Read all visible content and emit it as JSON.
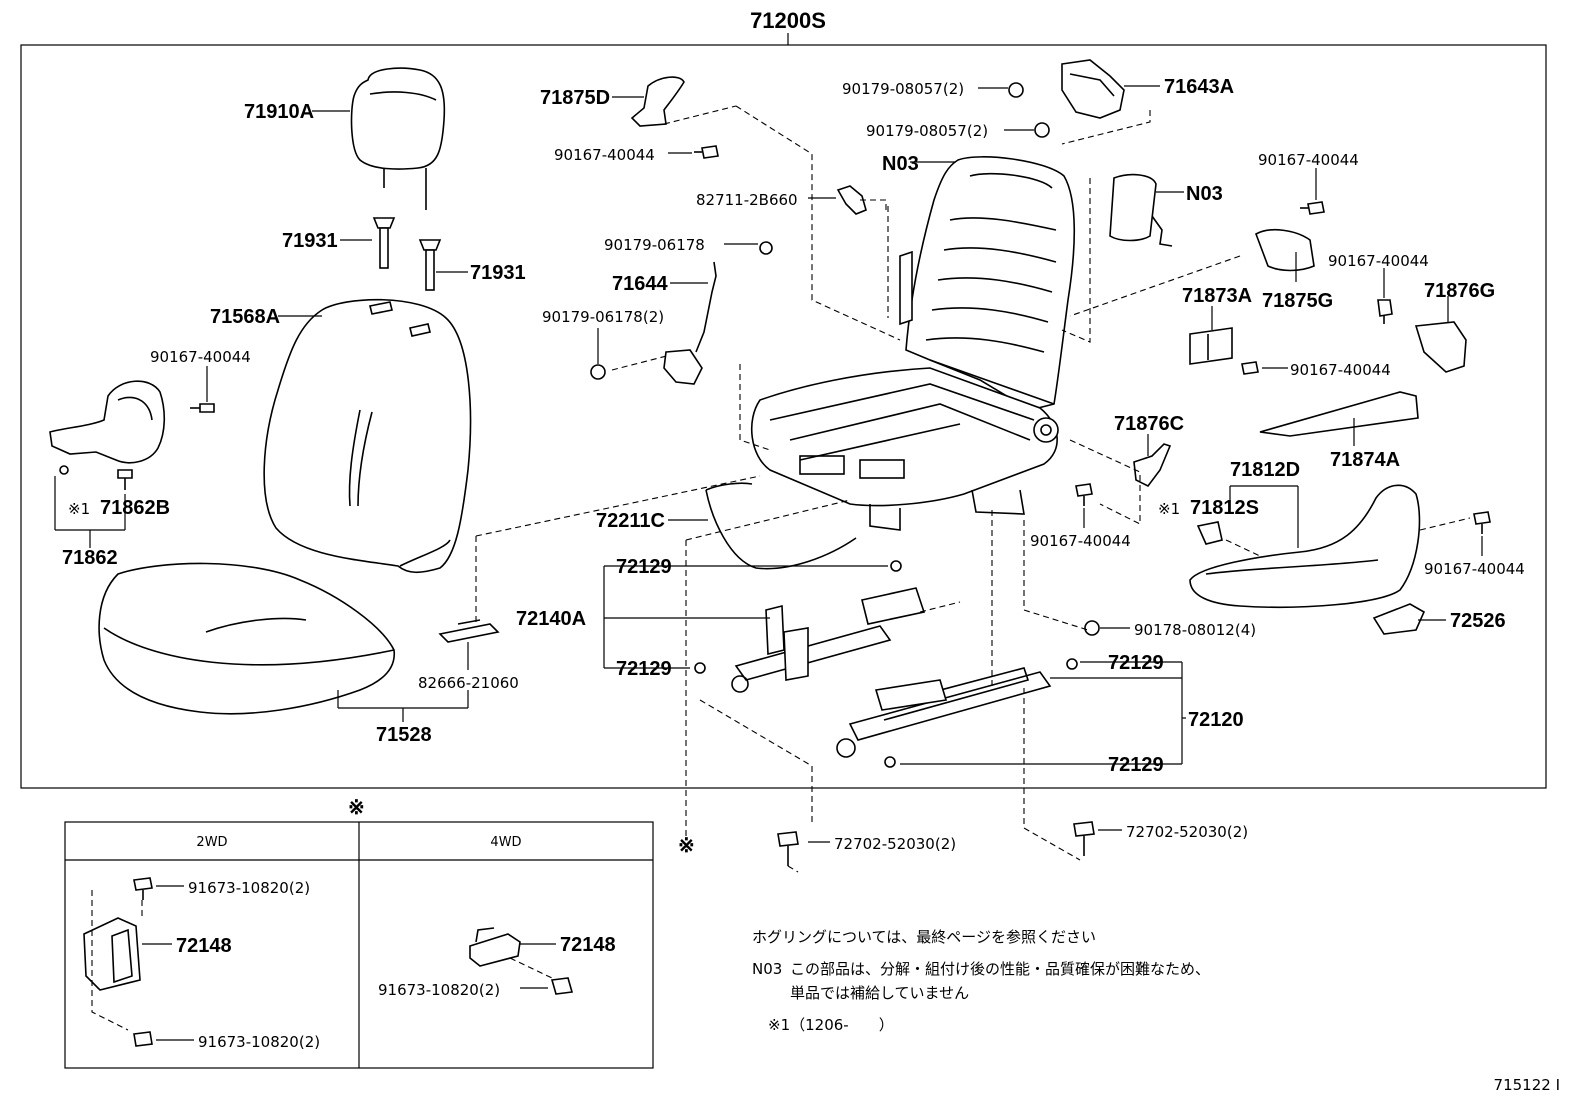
{
  "assembly": {
    "label": "71200S"
  },
  "callouts": {
    "c71910A": "71910A",
    "c71931a": "71931",
    "c71931b": "71931",
    "c71568A": "71568A",
    "c90167_left": "90167-40044",
    "c71862B_mark": "※1",
    "c71862B": "71862B",
    "c71862": "71862",
    "c71528": "71528",
    "c82666": "82666-21060",
    "c71875D": "71875D",
    "c90167_top": "90167-40044",
    "c82711": "82711-2B660",
    "c90179_06178a": "90179-06178",
    "c71644": "71644",
    "c90179_06178b": "90179-06178(2)",
    "c90179_08057a": "90179-08057(2)",
    "c90179_08057b": "90179-08057(2)",
    "c71643A": "71643A",
    "cN03a": "N03",
    "cN03b": "N03",
    "c90167_r1": "90167-40044",
    "c90167_r2": "90167-40044",
    "c71873A": "71873A",
    "c71875G": "71875G",
    "c71876G": "71876G",
    "c90167_r3": "90167-40044",
    "c71874A": "71874A",
    "c71876C": "71876C",
    "c71812D": "71812D",
    "c71812S_mark": "※1",
    "c71812S": "71812S",
    "c90167_mid": "90167-40044",
    "c90167_r4": "90167-40044",
    "c72526": "72526",
    "c72211C": "72211C",
    "c72129a": "72129",
    "c72140A": "72140A",
    "c72129b": "72129",
    "c90178": "90178-08012(4)",
    "c72129c": "72129",
    "c72120": "72120",
    "c72129d": "72129",
    "c72702a": "72702-52030(2)",
    "c72702b": "72702-52030(2)",
    "ref_mark_a": "※",
    "ref_mark_b": "※"
  },
  "subtable": {
    "col_2wd": "2WD",
    "col_4wd": "4WD",
    "c91673a": "91673-10820(2)",
    "c72148a": "72148",
    "c91673b": "91673-10820(2)",
    "c72148b": "72148",
    "c91673c": "91673-10820(2)"
  },
  "notes": {
    "line1": "ホグリングについては、最終ページを参照ください",
    "n03_code": "N03",
    "n03_line1": "この部品は、分解・組付け後の性能・品質確保が困難なため、",
    "n03_line2": "単品では補給していません",
    "ref1": "※1（1206-　　）"
  },
  "figure_id": "715122 I"
}
